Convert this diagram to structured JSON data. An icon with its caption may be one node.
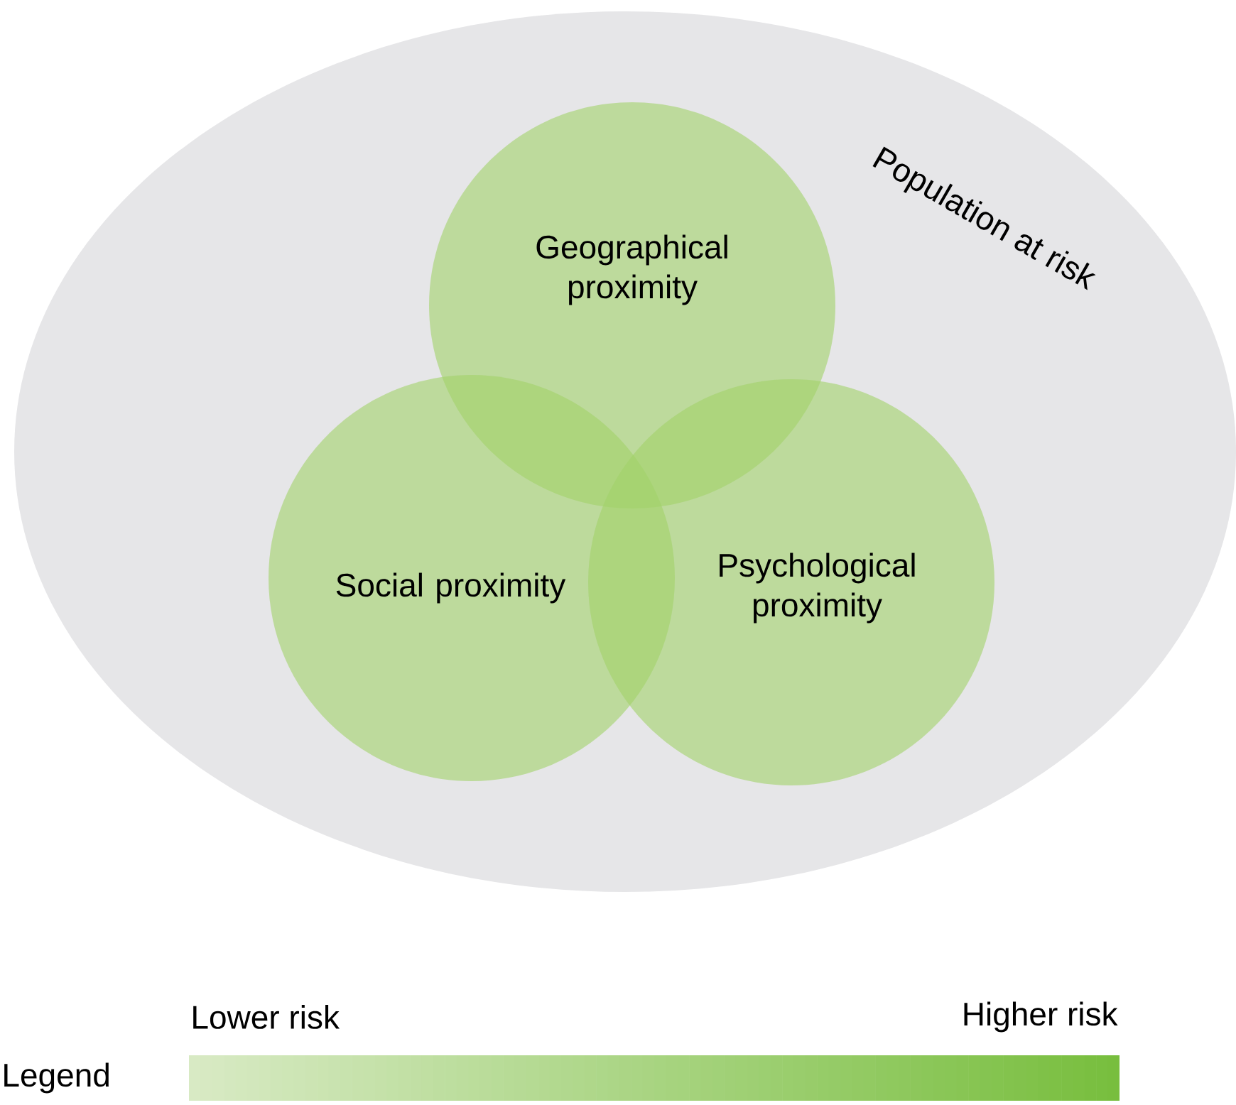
{
  "diagram": {
    "nodes": [
      {
        "text": [
          "Population at risk"
        ]
      },
      {
        "text": [
          "Geographical proximity"
        ],
        "in": 0
      },
      {
        "text": [
          "Social proximity"
        ],
        "in": 0
      },
      {
        "text": [
          "Psychological proximity"
        ],
        "in": 0
      }
    ],
    "labels": [
      "Lower risk",
      "Higher risk",
      "Legend"
    ]
  }
}
